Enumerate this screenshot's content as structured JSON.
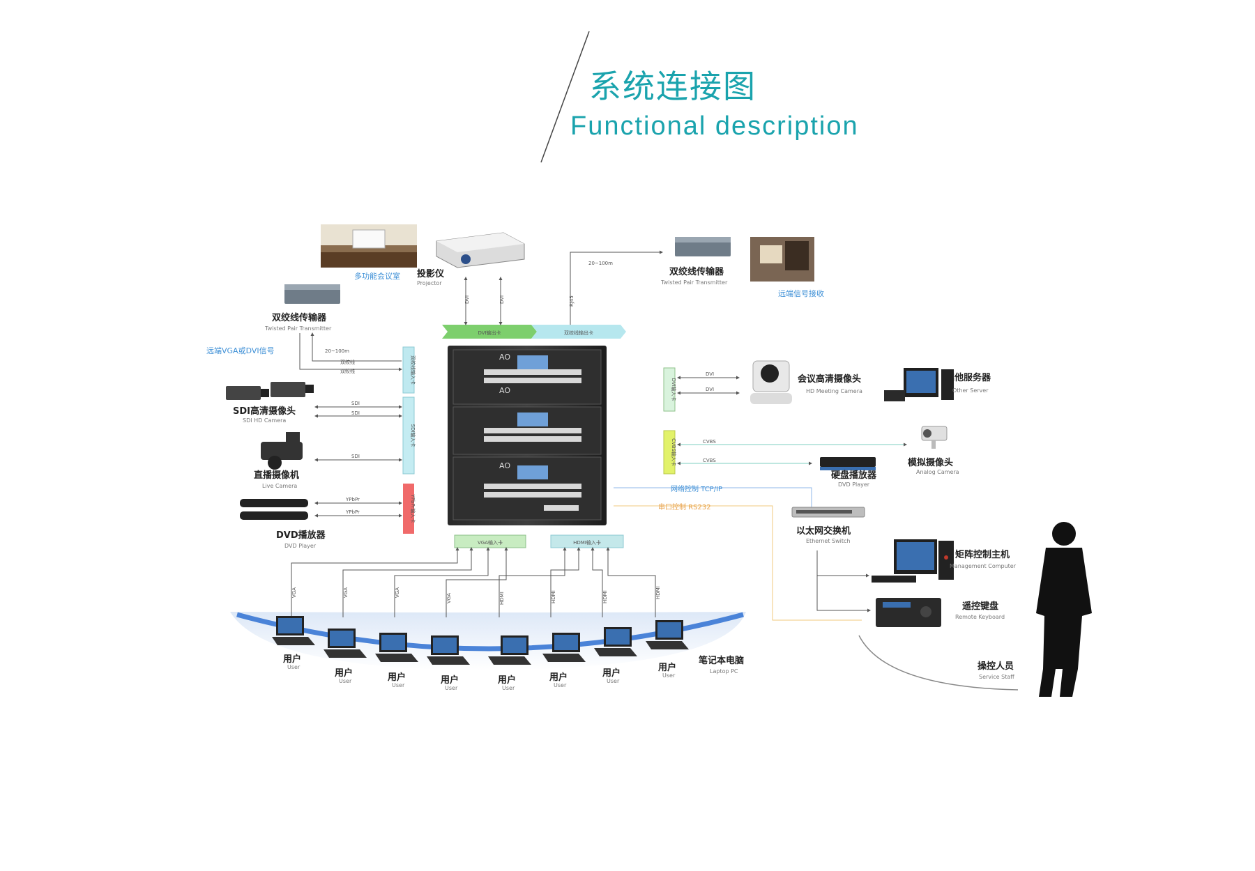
{
  "header": {
    "title_zh": "系统连接图",
    "title_en": "Functional description"
  },
  "colors": {
    "accent": "#1aa3ad",
    "dvi_card": "#7dcf6d",
    "remote_card": "#b6e7ee",
    "sdi_card": "#bfe9f0",
    "video_card": "#f06a6a",
    "vga_card": "#c8ecc1",
    "hdmi_card": "#c4e8ea",
    "yellow_card": "#e2f26a",
    "arc": "#4a83d8"
  },
  "top": {
    "meeting_room": "多功能会议室",
    "projector": "投影仪",
    "projector_en": "Projector",
    "dvi1": "DVI",
    "dvi2": "DVI",
    "remote_line": "RJ45",
    "distance": "20~100m",
    "twisted_right": "双绞线传输器",
    "twisted_right_en": "Twisted Pair Transmitter",
    "remote_receive": "远端信号接收",
    "dvi_out_card": "DVI输出卡",
    "remote_out_card": "双绞线输出卡"
  },
  "left": {
    "twisted_left": "双绞线传输器",
    "twisted_left_en": "Twisted Pair Transmitter",
    "remote_vga": "远端VGA或DVI信号",
    "distance": "20~100m",
    "line_a": "双绞线",
    "line_b": "双绞线",
    "sdi_camera": "SDI高清摄像头",
    "sdi_camera_en": "SDI HD Camera",
    "sdi_a": "SDI",
    "sdi_b": "SDI",
    "live_camera": "直播摄像机",
    "live_camera_en": "Live Camera",
    "sdi_c": "SDI",
    "dvd": "DVD播放器",
    "dvd_en": "DVD Player",
    "ypbpr_a": "YPbPr",
    "ypbpr_b": "YPbPr",
    "card_remote_in": "双绞线输入卡",
    "card_sdi_in": "SDI输入卡",
    "card_video_in": "YPbPr输入卡"
  },
  "right": {
    "hd_camera": "会议高清摄像头",
    "hd_camera_en": "HD Meeting Camera",
    "other_server": "其他服务器",
    "other_server_en": "Other Server",
    "dvi_a": "DVI",
    "dvi_b": "DVI",
    "card_dvi_in": "DVI输入卡",
    "card_cvbs_in": "CVBS输入卡",
    "cvbs_a": "CVBS",
    "cvbs_b": "CVBS",
    "analog_camera": "模拟摄像头",
    "analog_camera_en": "Analog Camera",
    "dvd_player": "硬盘播放器",
    "dvd_player_en": "DVD Player",
    "tcp_ip": "网络控制 TCP/IP",
    "serial": "串口控制 RS232",
    "ethernet": "以太网交换机",
    "ethernet_en": "Ethernet Switch",
    "matrix_host": "矩阵控制主机",
    "matrix_host_en": "Management Computer",
    "keyboard": "遥控键盘",
    "keyboard_en": "Remote Keyboard",
    "operator": "操控人员",
    "operator_en": "Service Staff"
  },
  "bottom": {
    "card_vga_in": "VGA输入卡",
    "card_hdmi_in": "HDMI输入卡",
    "ports": [
      "VGA",
      "VGA",
      "VGA",
      "VGA",
      "HDMI",
      "HDMI",
      "HDMI",
      "HDMI"
    ],
    "user_label": "用户",
    "user_en": "User",
    "laptops": "笔记本电脑",
    "laptops_en": "Laptop PC"
  },
  "device": {
    "brand": "AO"
  }
}
